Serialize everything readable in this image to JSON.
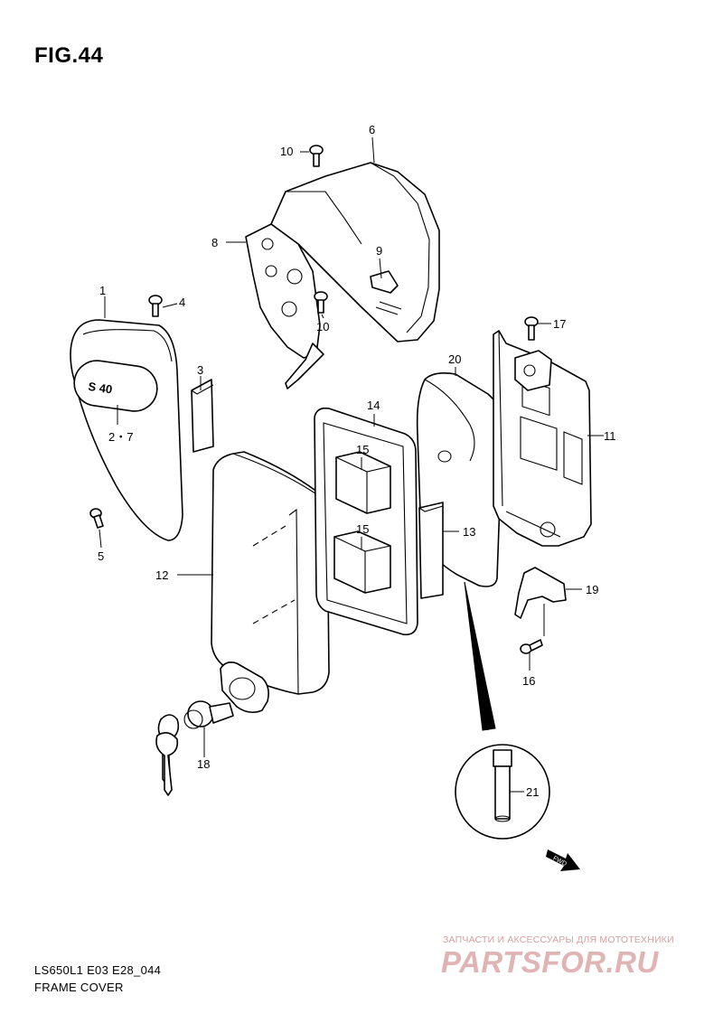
{
  "figure": {
    "title": "FIG.44"
  },
  "footer": {
    "model": "LS650L1 E03 E28_044",
    "name": "FRAME COVER"
  },
  "watermark": {
    "caption": "ЗАПЧАСТИ И АКСЕССУАРЫ ДЛЯ МОТОТЕХНИКИ",
    "brand": "PARTSFOR.RU"
  },
  "direction_badge": "FWD",
  "callouts": {
    "c1": "1",
    "c2_7": "2・7",
    "c3": "3",
    "c4": "4",
    "c5": "5",
    "c6": "6",
    "c8": "8",
    "c9": "9",
    "c10a": "10",
    "c10b": "10",
    "c11": "11",
    "c12": "12",
    "c13": "13",
    "c14": "14",
    "c15a": "15",
    "c15b": "15",
    "c16": "16",
    "c17": "17",
    "c18": "18",
    "c19": "19",
    "c20": "20",
    "c21": "21"
  }
}
